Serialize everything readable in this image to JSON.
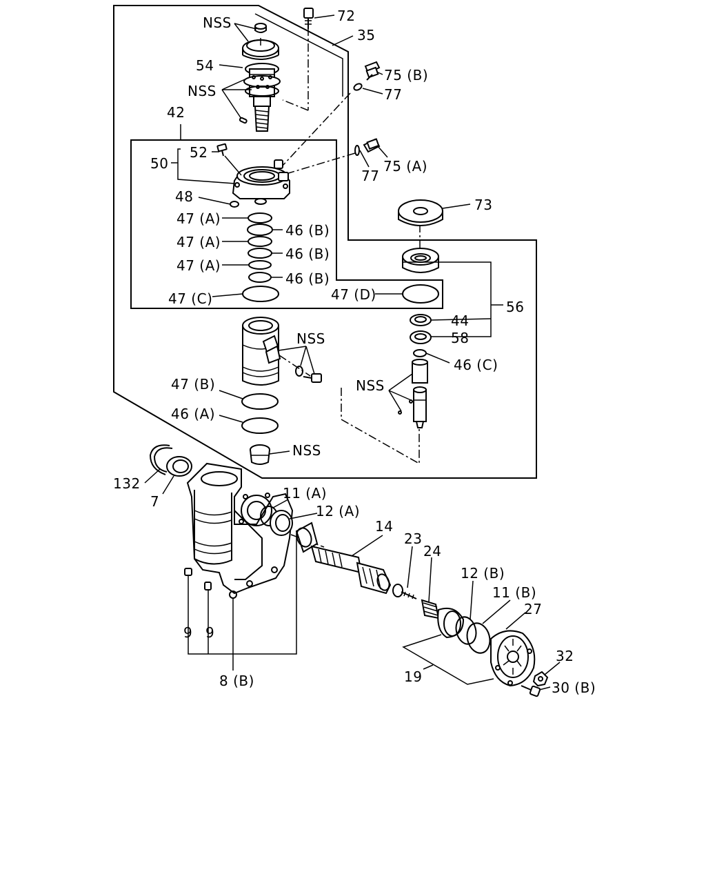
{
  "labels": {
    "l72": "72",
    "l35": "35",
    "lnss1": "NSS",
    "l54": "54",
    "lnss2": "NSS",
    "l75b": "75 (B)",
    "l77a": "77",
    "l42": "42",
    "l52": "52",
    "l50": "50",
    "l77b": "77",
    "l75a": "75 (A)",
    "l48": "48",
    "l47a1": "47 (A)",
    "l46b1": "46 (B)",
    "l47a2": "47 (A)",
    "l46b2": "46 (B)",
    "l47a3": "47 (A)",
    "l46b3": "46 (B)",
    "l47c": "47 (C)",
    "l47d": "47 (D)",
    "l73": "73",
    "l56": "56",
    "l44": "44",
    "l58": "58",
    "l46c": "46 (C)",
    "lnss3": "NSS",
    "lnss4": "NSS",
    "l47b": "47 (B)",
    "l46a": "46 (A)",
    "lnss5": "NSS",
    "l132": "132",
    "l7": "7",
    "l11a": "11 (A)",
    "l12a": "12 (A)",
    "l14": "14",
    "l23": "23",
    "l24": "24",
    "l12b": "12 (B)",
    "l11b": "11 (B)",
    "l27": "27",
    "l9a": "9",
    "l9b": "9",
    "l8b": "8 (B)",
    "l19": "19",
    "l32": "32",
    "l30b": "30 (B)"
  }
}
